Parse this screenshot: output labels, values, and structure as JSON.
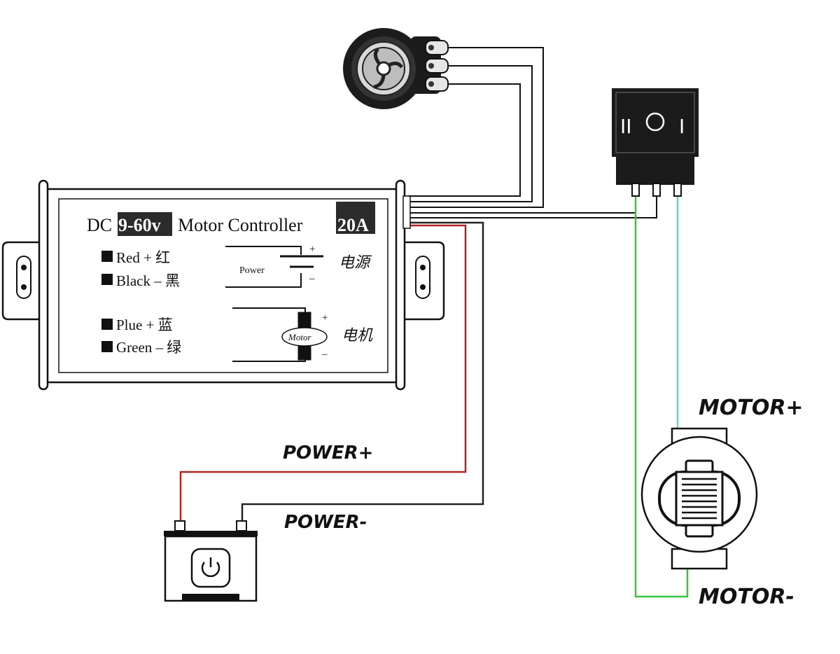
{
  "controller": {
    "title_prefix": "DC",
    "voltage_range": "9-60v",
    "title_mid": "Motor Controller",
    "current_rating": "20A",
    "legend": {
      "red": "Red  +  红",
      "black": "Black –  黑",
      "blue": "Plue  +  蓝",
      "green": "Green –  绿"
    },
    "power_label": "Power",
    "power_cn": "电源",
    "motor_label": "Motor",
    "motor_cn": "电机",
    "plus": "+",
    "minus": "–"
  },
  "switch": {
    "left_symbol": "II",
    "center_symbol": "O",
    "right_symbol": "I"
  },
  "callouts": {
    "power_plus": "POWER+",
    "power_minus": "POWER-",
    "motor_plus": "MOTOR+",
    "motor_minus": "MOTOR-"
  },
  "colors": {
    "power_positive_wire": "#b22222",
    "power_negative_wire": "#222222",
    "motor_positive_wire": "#5fd3d3",
    "motor_negative_wire": "#3cc43c",
    "outline": "#111111",
    "label_fill": "#2b2b2b"
  },
  "icons": [
    "potentiometer-icon",
    "rocker-switch-icon",
    "battery-icon",
    "power-icon",
    "motor-icon"
  ]
}
